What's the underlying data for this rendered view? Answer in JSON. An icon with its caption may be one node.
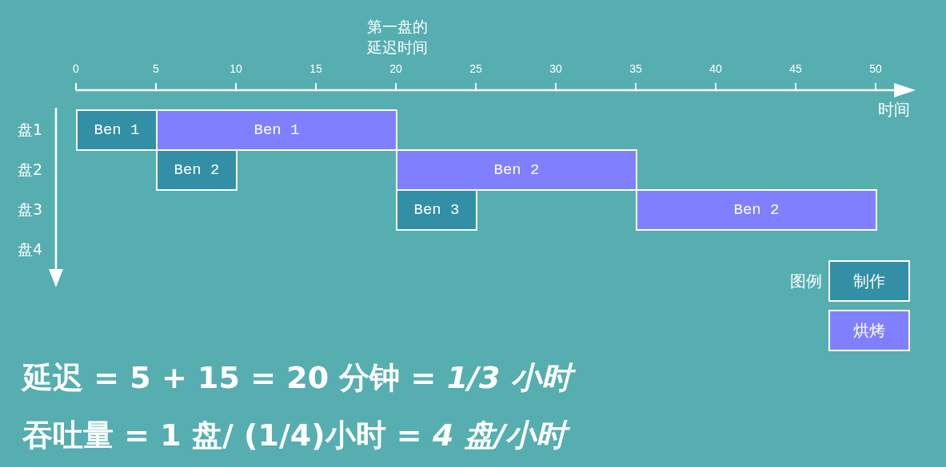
{
  "diagram": {
    "nodes": [
      {
        "text": [
          "Ben 1"
        ]
      },
      {
        "text": [
          "Ben 1"
        ]
      },
      {
        "text": [
          "Ben 2"
        ]
      },
      {
        "text": [
          "Ben 2"
        ]
      },
      {
        "text": [
          "Ben 3"
        ]
      },
      {
        "text": [
          "Ben 2"
        ]
      }
    ],
    "labels": [
      "第一盘的延迟时间",
      "0",
      "5",
      "10",
      "15",
      "20",
      "25",
      "30",
      "35",
      "40",
      "45",
      "50",
      "时间",
      "盘1",
      "盘2",
      "盘3",
      "盘4",
      "图例",
      "延迟 = 5 + 15 = 20 分钟 = *1/3 小时*",
      "吞吐量 = 1 盘/ (1/4)小时 = *4 盘/小时*"
    ],
    "legend": [
      {
        "text": "制作",
        "color": "#338fa5"
      },
      {
        "text": "烘烤",
        "color": "#8080ff"
      }
    ]
  }
}
